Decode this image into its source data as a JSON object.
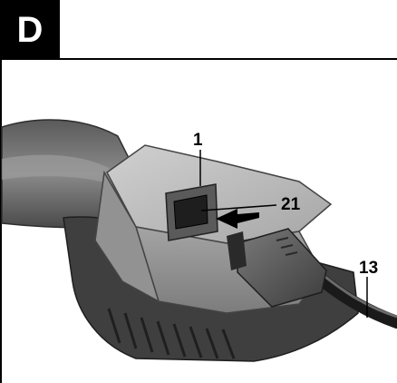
{
  "panel": {
    "letter": "D"
  },
  "callouts": {
    "device": "1",
    "usb_socket": "21",
    "usb_cable": "13"
  },
  "colors": {
    "housing_light": "#b9b9b9",
    "housing_mid": "#8e8e8e",
    "housing_dark": "#5e5e5e",
    "rubber_dark": "#3e3e3e",
    "cable": "#1a1a1a",
    "arrow": "#000000"
  }
}
